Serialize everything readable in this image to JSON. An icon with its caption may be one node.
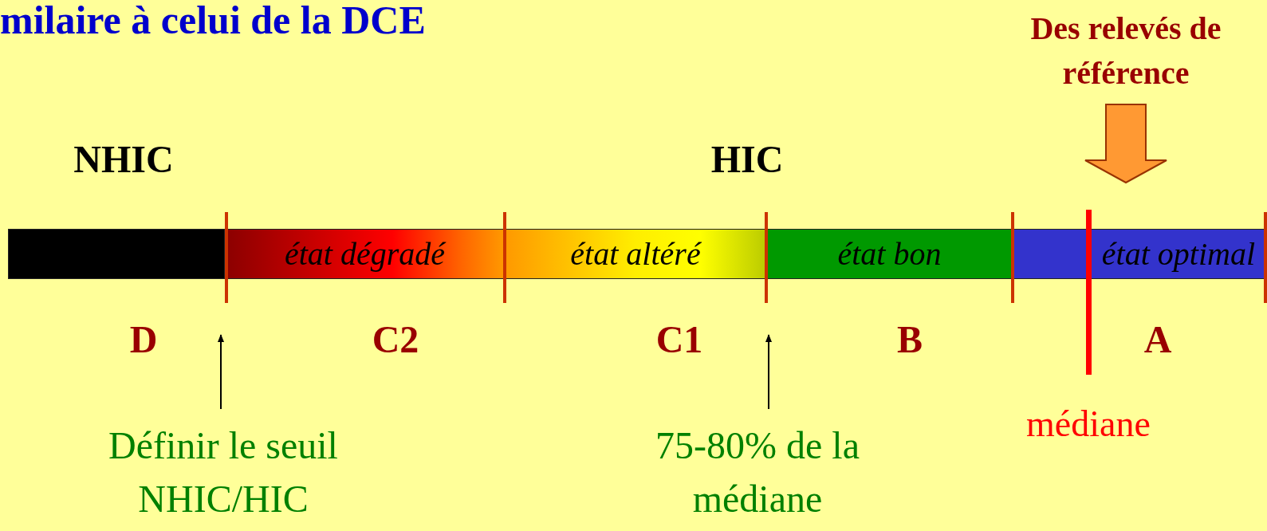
{
  "diagram": {
    "title": "milaire à celui de la DCE",
    "nodes": [
      {
        "text": [],
        "shape": "bar"
      },
      {
        "text": [
          "état dégradé"
        ]
      },
      {
        "text": [
          "état altéré"
        ]
      },
      {
        "text": [
          "état bon"
        ]
      },
      {
        "text": [
          "état optimal"
        ]
      },
      {
        "text": [
          "Des relevés de référence"
        ]
      },
      {
        "text": [],
        "shape": "bar",
        "beside": [
          "médiane"
        ]
      },
      {
        "text": [
          "Définir le seuil NHIC/HIC"
        ]
      },
      {
        "text": [
          "75-80% de la médiane"
        ]
      }
    ],
    "edges": [
      {
        "from": 5,
        "to": 6,
        "arrow": "to",
        "style": "thick",
        "color": "#ff9933"
      },
      {
        "from": 7,
        "to": null,
        "arrow": "to"
      },
      {
        "from": 8,
        "to": null,
        "arrow": "to"
      }
    ],
    "labels": [
      "NHIC",
      "HIC",
      "D",
      "C2",
      "C1",
      "B",
      "A"
    ]
  }
}
